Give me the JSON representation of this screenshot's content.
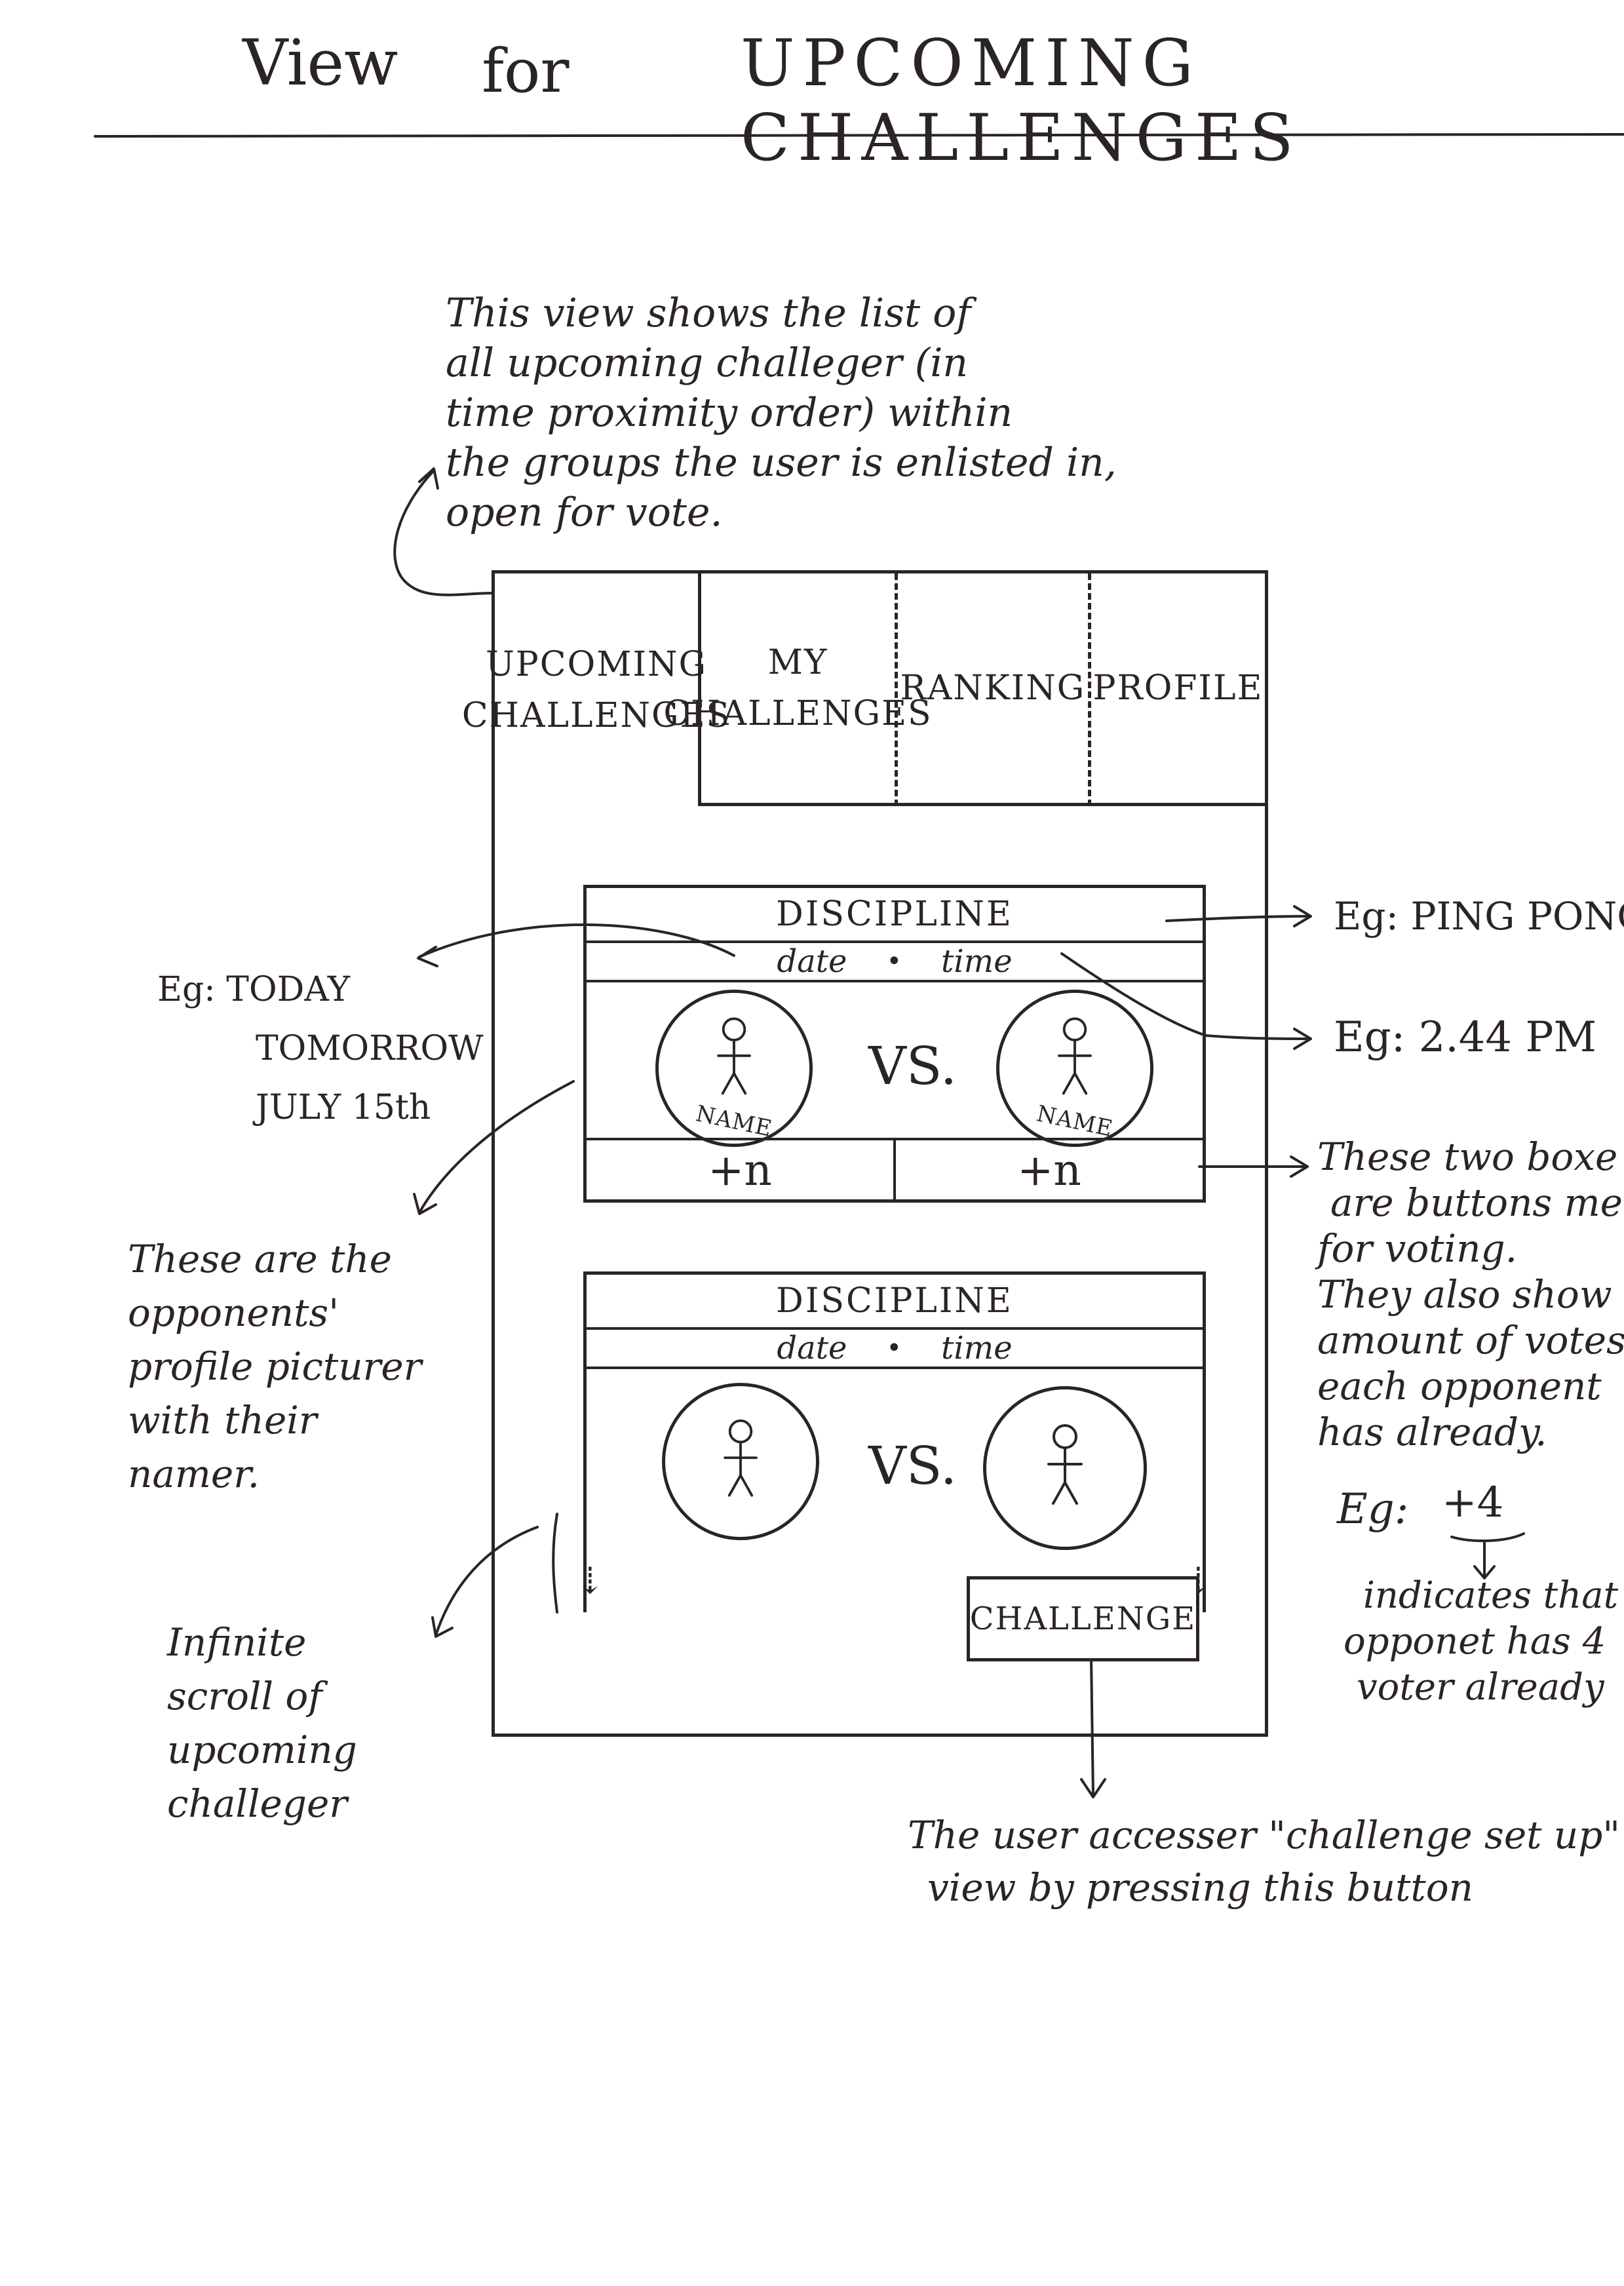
{
  "page": {
    "title_view": "View",
    "title_for": "for",
    "title_main": "UPCOMING CHALLENGES"
  },
  "notes": {
    "top": [
      "This view shows the list of",
      "all upcoming challeger (in",
      "time proximity order) within",
      "the groups the user is enlisted in,",
      "open for vote."
    ],
    "date_example": [
      "Eg: TODAY",
      "TOMORROW",
      "JULY 15th"
    ],
    "discipline_example": "Eg: PING PONG",
    "time_example": "Eg: 2.44 PM",
    "vote_buttons": [
      "These two boxe",
      "are buttons mea",
      "for voting.",
      "They also show th",
      "amount of votes",
      "each opponent",
      "has already."
    ],
    "vote_example_label": "Eg:",
    "vote_example_value": "+4",
    "vote_example_expl": [
      "indicates that",
      "opponet has 4",
      "voter already"
    ],
    "profile_pictures": [
      "These are the",
      "opponents' ",
      "profile picturer",
      "with their",
      "namer."
    ],
    "infinite_scroll": [
      "Infinite",
      "scroll of",
      "upcoming",
      "challeger"
    ],
    "challenge_button": [
      "The user accesser \"challenge set up\"",
      "view by pressing this button"
    ]
  },
  "tabs": [
    {
      "line1": "UPCOMING",
      "line2": "CHALLENGES"
    },
    {
      "line1": "MY",
      "line2": "CHALLENGES"
    },
    {
      "line1": "RANKING",
      "line2": ""
    },
    {
      "line1": "PROFILE",
      "line2": ""
    }
  ],
  "cards": [
    {
      "discipline": "DISCIPLINE",
      "date": "date",
      "time": "time",
      "vs": "VS.",
      "name_left": "NAME",
      "name_right": "NAME",
      "vote_left": "+n",
      "vote_right": "+n"
    },
    {
      "discipline": "DISCIPLINE",
      "date": "date",
      "time": "time",
      "vs": "VS."
    }
  ],
  "challenge_button": "CHALLENGE",
  "colors": {
    "ink": "#2b2426",
    "paper": "#ffffff"
  }
}
